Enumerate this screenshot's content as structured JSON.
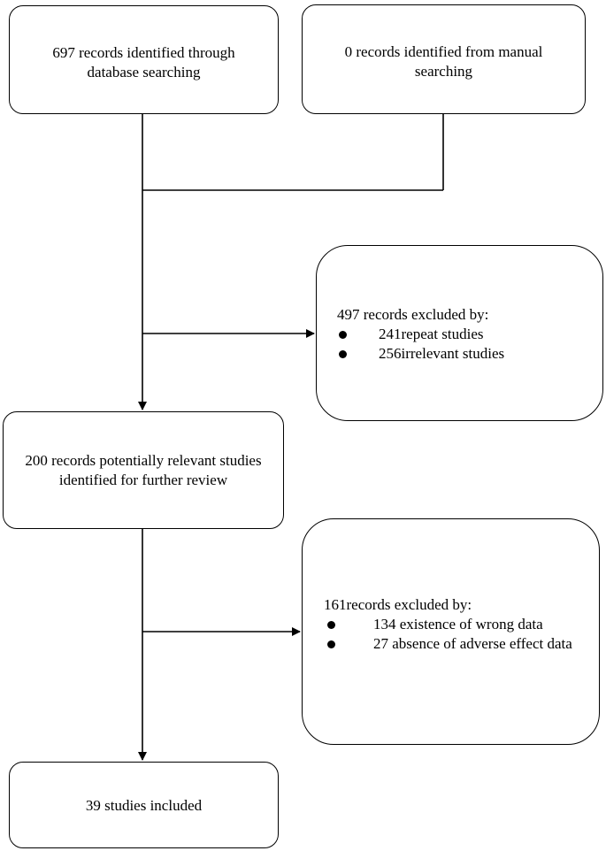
{
  "boxes": {
    "database": "697 records identified through database searching",
    "manual": "0 records identified from manual searching",
    "excluded_1": {
      "title": "497 records excluded by:",
      "items": [
        "241repeat studies",
        "256irrelevant studies"
      ]
    },
    "relevant": "200 records potentially relevant studies identified for further review",
    "excluded_2": {
      "title": "161records excluded by:",
      "items": [
        "134 existence of wrong data",
        "27 absence of adverse effect data"
      ]
    },
    "included": "39 studies included"
  }
}
